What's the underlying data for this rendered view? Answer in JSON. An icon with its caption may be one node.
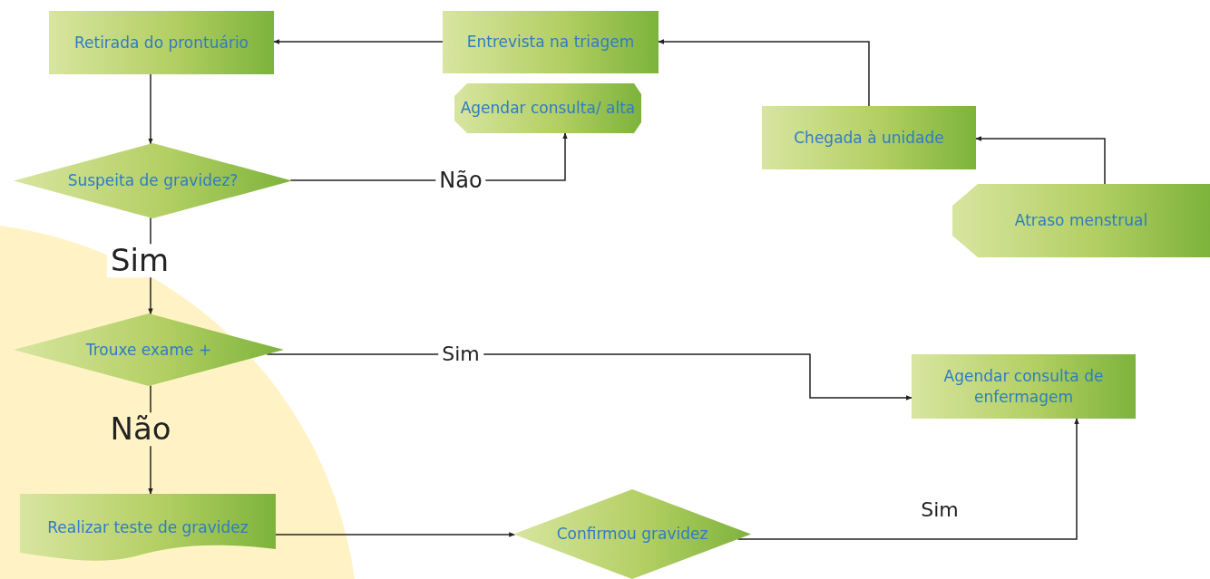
{
  "diagram": {
    "nodes": [
      {
        "text": [
          "Retirada do prontuário"
        ]
      },
      {
        "text": [
          "Entrevista na triagem"
        ]
      },
      {
        "text": [
          "Agendar consulta/ alta"
        ]
      },
      {
        "text": [
          "Chegada à unidade"
        ]
      },
      {
        "text": [
          "Atraso menstrual"
        ]
      },
      {
        "text": [
          "Suspeita de gravidez?"
        ]
      },
      {
        "text": [
          "Trouxe exame +"
        ]
      },
      {
        "text": [
          "Agendar consulta de enfermagem"
        ]
      },
      {
        "text": [
          "Realizar teste de gravidez"
        ]
      },
      {
        "text": [
          "Confirmou gravidez"
        ]
      }
    ],
    "edges": [
      {
        "from": 4,
        "to": 3,
        "arrow": "to"
      },
      {
        "from": 3,
        "to": 1,
        "arrow": "to"
      },
      {
        "from": 1,
        "to": 0,
        "arrow": "to"
      },
      {
        "from": 0,
        "to": 5,
        "arrow": "to"
      },
      {
        "from": 5,
        "to": 2,
        "arrow": "to",
        "label": "Não"
      },
      {
        "from": 5,
        "to": 6,
        "arrow": "to",
        "label": "Sim"
      },
      {
        "from": 6,
        "to": 7,
        "arrow": "to",
        "label": "Sim"
      },
      {
        "from": 6,
        "to": 8,
        "arrow": "to",
        "label": "Não"
      },
      {
        "from": 8,
        "to": 9,
        "arrow": "to"
      },
      {
        "from": 9,
        "to": 7,
        "arrow": "to",
        "label": "Sim"
      }
    ]
  }
}
